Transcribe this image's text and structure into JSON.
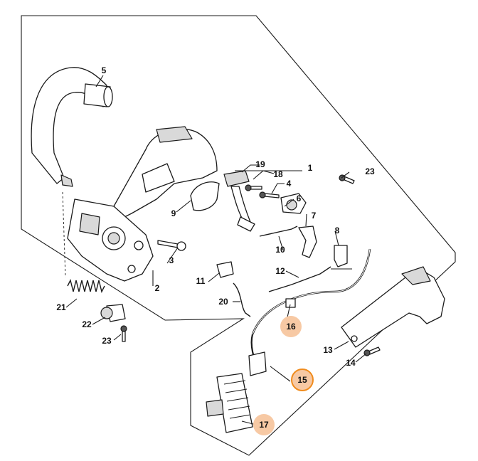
{
  "diagram": {
    "callouts": [
      {
        "id": "c1",
        "label": "1"
      },
      {
        "id": "c2",
        "label": "2"
      },
      {
        "id": "c3",
        "label": "3"
      },
      {
        "id": "c4",
        "label": "4"
      },
      {
        "id": "c5",
        "label": "5"
      },
      {
        "id": "c6",
        "label": "6"
      },
      {
        "id": "c7",
        "label": "7"
      },
      {
        "id": "c8",
        "label": "8"
      },
      {
        "id": "c9",
        "label": "9"
      },
      {
        "id": "c10",
        "label": "10"
      },
      {
        "id": "c11",
        "label": "11"
      },
      {
        "id": "c12",
        "label": "12"
      },
      {
        "id": "c13",
        "label": "13"
      },
      {
        "id": "c14",
        "label": "14"
      },
      {
        "id": "c15",
        "label": "15"
      },
      {
        "id": "c16",
        "label": "16"
      },
      {
        "id": "c17",
        "label": "17"
      },
      {
        "id": "c18",
        "label": "18"
      },
      {
        "id": "c19",
        "label": "19"
      },
      {
        "id": "c20",
        "label": "20"
      },
      {
        "id": "c21",
        "label": "21"
      },
      {
        "id": "c22",
        "label": "22"
      },
      {
        "id": "c23a",
        "label": "23"
      },
      {
        "id": "c23b",
        "label": "23"
      }
    ],
    "highlight_fill": "#f7c9a4",
    "selected_ring_color": "#f08c1e"
  }
}
